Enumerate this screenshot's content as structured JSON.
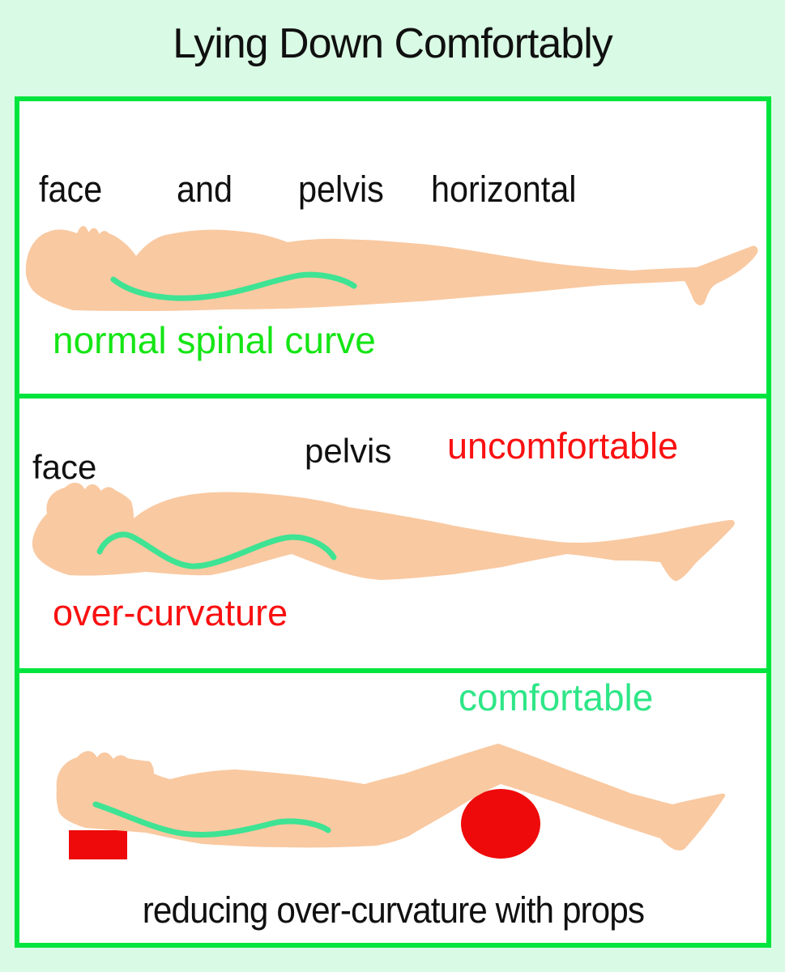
{
  "title": "Lying Down Comfortably",
  "colors": {
    "page_bg": "#d9fae4",
    "panel_bg": "#ffffff",
    "border_green": "#00e43e",
    "skin": "#f9c9a1",
    "spine_green": "#3ee393",
    "bright_green_text": "#15e515",
    "mint_green_text": "#2ee687",
    "red_text": "#f91111",
    "prop_red": "#ee0a0a",
    "label_black": "#101010"
  },
  "panel1": {
    "word_face": "face",
    "word_and": "and",
    "word_pelvis": "pelvis",
    "word_horizontal": "horizontal",
    "caption": "normal spinal curve"
  },
  "panel2": {
    "label_face": "face",
    "label_pelvis": "pelvis",
    "status": "uncomfortable",
    "caption": "over-curvature"
  },
  "panel3": {
    "status": "comfortable",
    "caption": "reducing over-curvature with props"
  }
}
